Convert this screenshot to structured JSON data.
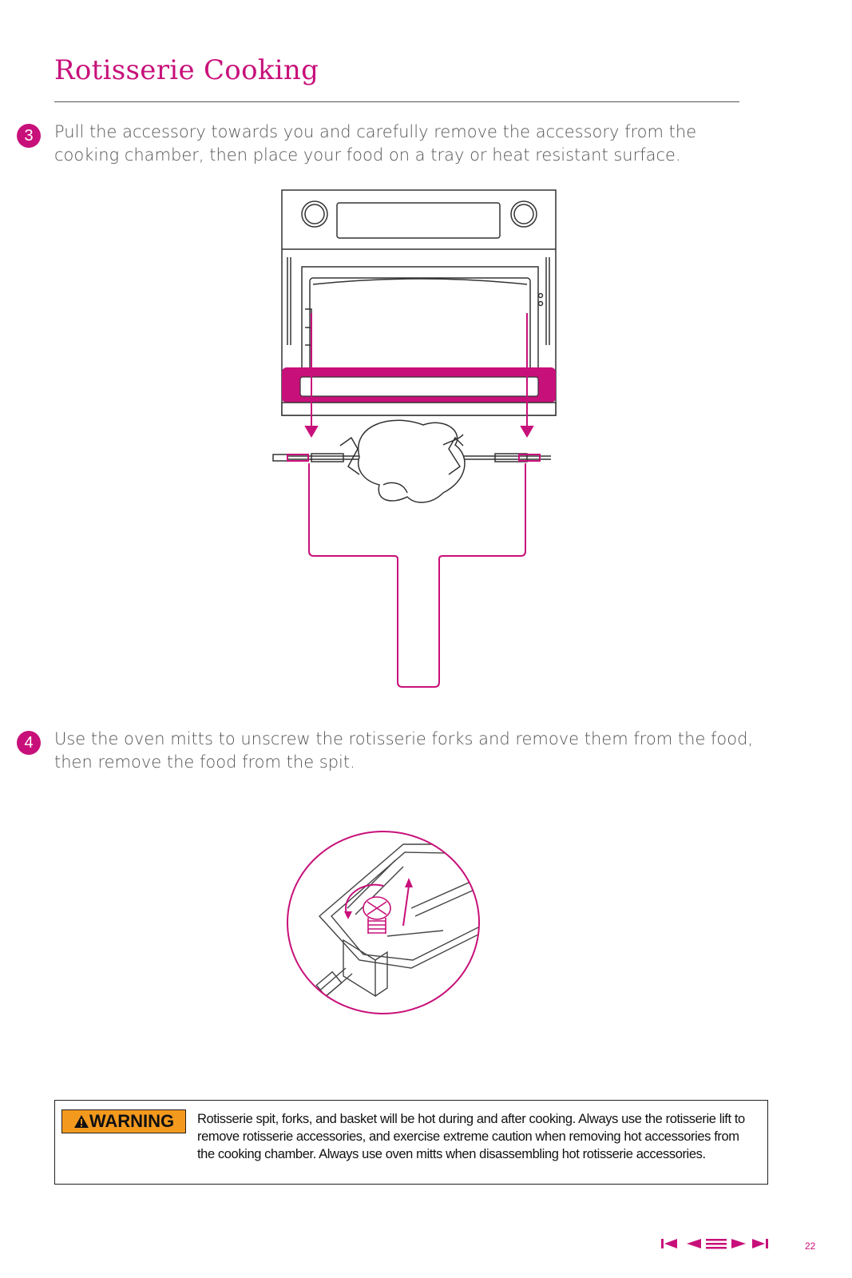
{
  "page": {
    "title": "Rotisserie Cooking",
    "page_number": "22"
  },
  "steps": [
    {
      "number": "3",
      "text": "Pull the accessory towards you and carefully remove the accessory from the cooking chamber, then place your food on a tray or heat resistant surface."
    },
    {
      "number": "4",
      "text": "Use the oven mitts to unscrew the rotisserie forks and remove them from the food, then remove the food from the spit."
    }
  ],
  "warning": {
    "label": "WARNING",
    "text": "Rotisserie spit, forks, and basket will be hot during and after cooking. Always use the rotisserie lift to remove rotisserie accessories, and exercise extreme caution when removing hot accessories from the cooking chamber. Always use oven mitts when disassembling hot rotisserie accessories."
  },
  "nav": {
    "icons": [
      "first-page-icon",
      "previous-page-icon",
      "contents-menu-icon",
      "next-page-icon",
      "last-page-icon"
    ]
  },
  "colors": {
    "accent": "#c8107a",
    "warning": "#f39a1e"
  }
}
